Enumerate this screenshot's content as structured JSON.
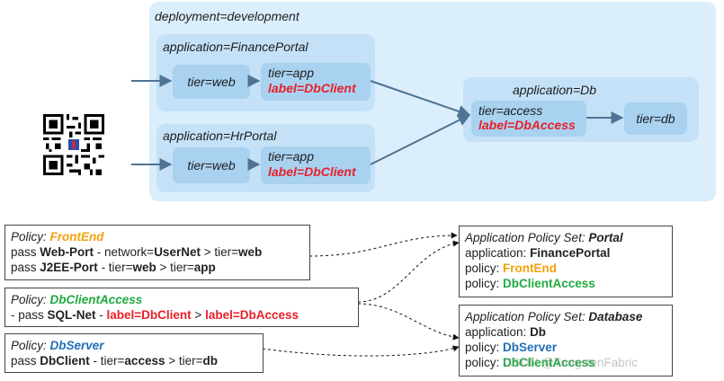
{
  "deployment": {
    "label": "deployment=development"
  },
  "apps": {
    "finance": {
      "label": "application=FinancePortal",
      "web": "tier=web",
      "app": "tier=app",
      "app_label": "label=DbClient"
    },
    "hr": {
      "label": "application=HrPortal",
      "web": "tier=web",
      "app": "tier=app",
      "app_label": "label=DbClient"
    },
    "db": {
      "label": "application=Db",
      "access": "tier=access",
      "access_label": "label=DbAccess",
      "db": "tier=db"
    }
  },
  "policies": {
    "frontend": {
      "prefix": "Policy: ",
      "name": "FrontEnd",
      "l1": {
        "a": "pass ",
        "b": "Web-Port",
        "c": "  - network=",
        "d": "UserNet",
        "e": " > tier=",
        "f": "web"
      },
      "l2": {
        "a": "pass ",
        "b": "J2EE-Port",
        "c": " - tier=",
        "d": "web",
        "e": " > tier=",
        "f": "app"
      }
    },
    "dbclient": {
      "prefix": "Policy: ",
      "name": "DbClientAccess",
      "l1": {
        "a": "- pass ",
        "b": "SQL-Net",
        "c": "  -  ",
        "d": "label=DbClient",
        "e": " > ",
        "f": "label=DbAccess"
      }
    },
    "dbserver": {
      "prefix": "Policy: ",
      "name": "DbServer",
      "l1": {
        "a": "pass ",
        "b": "DbClient",
        "c": " - tier=",
        "d": "access",
        "e": " > tier=",
        "f": "db"
      }
    }
  },
  "sets": {
    "portal": {
      "prefix": "Application Policy Set: ",
      "name": "Portal",
      "app_prefix": "application: ",
      "app": "FinancePortal",
      "policy_prefix": "policy: ",
      "p1": "FrontEnd",
      "p2": "DbClientAccess"
    },
    "database": {
      "prefix": "Application Policy Set: ",
      "name": "Database",
      "app_prefix": "application: ",
      "app": "Db",
      "policy_prefix": "policy: ",
      "p1": "DbServer",
      "p2": "DbClientAccess"
    }
  },
  "watermark": "CSDN @TungstenFabric",
  "colors": {
    "frontend": "#f2a20c",
    "dbclient": "#1faa3f",
    "dbserver": "#1f6fb8",
    "label": "#e8202a"
  }
}
